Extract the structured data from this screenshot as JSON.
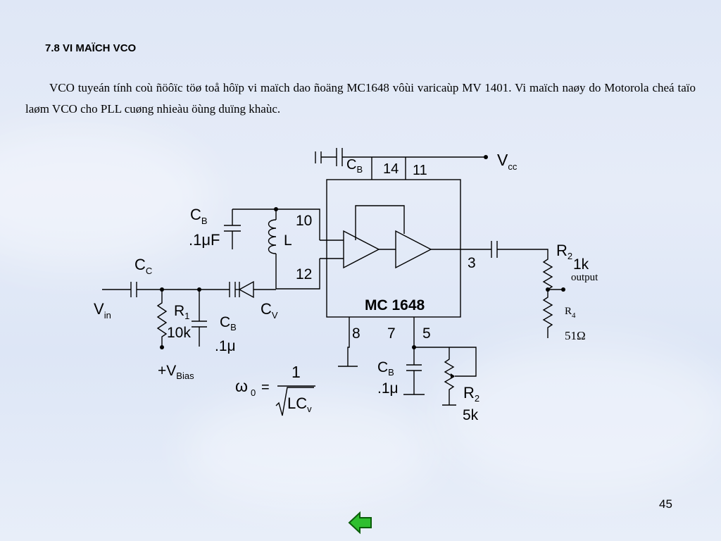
{
  "slide": {
    "title": "7.8 VI MAÏCH VCO",
    "body": "VCO tuyeán tính coù ñöôïc töø toå hôïp vi maïch dao ñoäng MC1648 vôùi varicaùp MV 1401. Vi maïch naøy do Motorola cheá taïo laøm VCO cho PLL cuøng nhieàu öùng duïng khaùc.",
    "page_number": "45"
  },
  "circuit": {
    "ic_name": "MC 1648",
    "pins": {
      "p14": "14",
      "p11": "11",
      "p10": "10",
      "p12": "12",
      "p3": "3",
      "p8": "8",
      "p7": "7",
      "p5": "5"
    },
    "vcc": {
      "main": "V",
      "sub": "cc"
    },
    "cb_top": {
      "main": "C",
      "sub": "B"
    },
    "cb_tank": {
      "main": "C",
      "sub": "B",
      "value": ".1μF"
    },
    "inductor": "L",
    "cc": {
      "main": "C",
      "sub": "C"
    },
    "vin": {
      "main": "V",
      "sub": "in"
    },
    "r1": {
      "main": "R",
      "sub": "1",
      "value": "10k"
    },
    "cb_bias": {
      "main": "C",
      "sub": "B",
      "value": ".1μ"
    },
    "cv": {
      "main": "C",
      "sub": "V"
    },
    "vbias": {
      "main": "+V",
      "sub": "Bias"
    },
    "r2_out": {
      "main": "R",
      "sub": "2",
      "value": "1k"
    },
    "output": "output",
    "r4": {
      "main": "R",
      "sub": "4",
      "value": "51Ω"
    },
    "cb_pin5": {
      "main": "C",
      "sub": "B",
      "value": ".1μ"
    },
    "r2_pot": {
      "main": "R",
      "sub": "2",
      "value": "5k"
    },
    "formula": {
      "omega": "ω",
      "sub": "0",
      "eq": "=",
      "num": "1",
      "den_main": "LC",
      "den_sub": "v"
    }
  },
  "nav": {
    "back_icon": "green-left-arrow-icon"
  }
}
